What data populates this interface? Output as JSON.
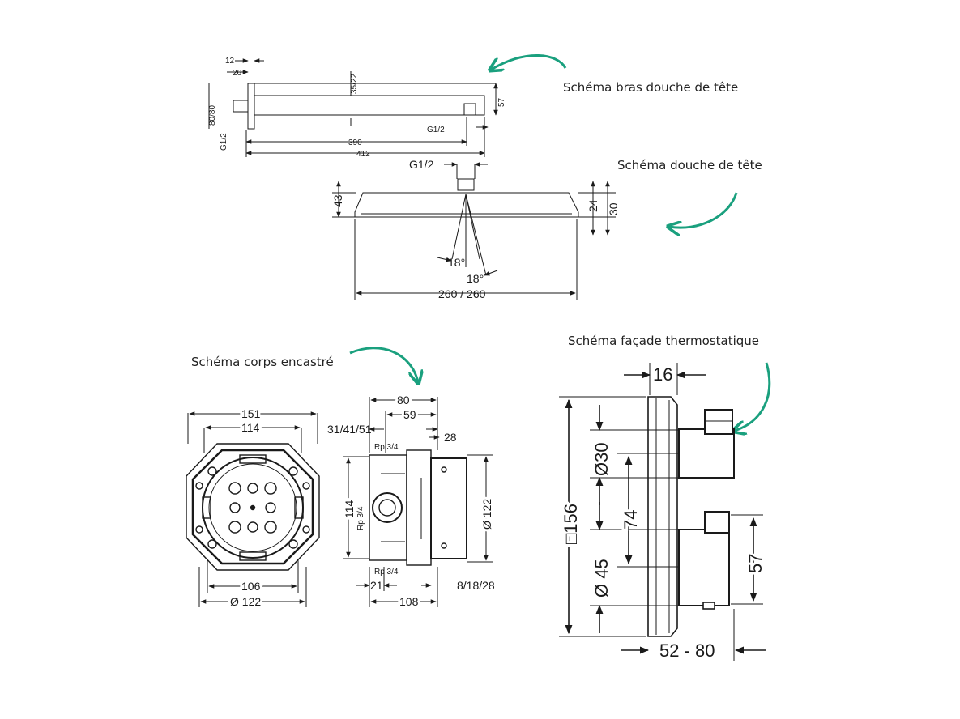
{
  "captions": {
    "arm": "Schéma bras douche de tête",
    "head": "Schéma douche de tête",
    "body": "Schéma corps encastré",
    "facade": "Schéma façade thermostatique"
  },
  "arm_dims": {
    "d12": "12",
    "d26": "26",
    "d35_22": "35/22",
    "d80_80": "80/80",
    "d57": "57",
    "g12_left": "G1/2",
    "g12_right": "G1/2",
    "d390": "390",
    "d412": "412"
  },
  "head_dims": {
    "g12": "G1/2",
    "d43": "43",
    "d24": "24",
    "d30": "30",
    "a18a": "18°",
    "a18b": "18°",
    "d260": "260 / 260"
  },
  "body_front_dims": {
    "d151": "151",
    "d114": "114",
    "d106": "106",
    "d122": "Ø 122"
  },
  "body_side_dims": {
    "d80": "80",
    "d59": "59",
    "d314151": "31/41/51",
    "d28": "28",
    "rp_top": "Rp 3/4",
    "rp_mid": "Rp 3/4",
    "rp_bot": "Rp 3/4",
    "d114": "114",
    "d122": "Ø 122",
    "d21": "21",
    "d108": "108",
    "d81828": "8/18/28"
  },
  "facade_dims": {
    "d16": "16",
    "d156": "□156",
    "d30": "Ø30",
    "d74": "74",
    "d45": "Ø 45",
    "d57": "57",
    "d5280": "52 - 80"
  },
  "colors": {
    "arrow": "#1aa07e",
    "line": "#1a1a1a"
  }
}
